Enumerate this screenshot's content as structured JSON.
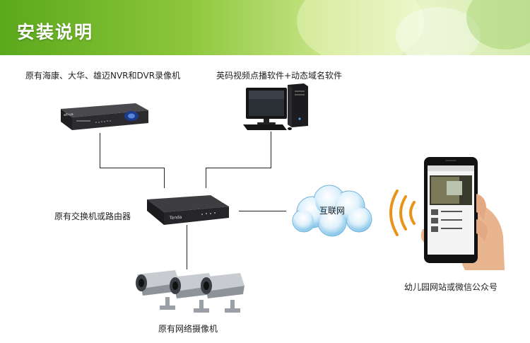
{
  "banner": {
    "title": "安装说明"
  },
  "devices": {
    "nvr": {
      "label": "原有海康、大华、雄迈NVR和DVR录像机",
      "brand": "alhua"
    },
    "pc": {
      "label": "英码视频点播软件+动态域名软件"
    },
    "router": {
      "label": "原有交换机或路由器",
      "brand": "Tenda"
    },
    "internet": {
      "label": "互联网"
    },
    "phone": {
      "label": "幼儿园网站或微信公众号"
    },
    "cameras": {
      "label": "原有网络摄像机"
    }
  },
  "colors": {
    "banner_green": "#5aa81c",
    "cloud_blue": "#9fd3ef",
    "signal_orange": "#e8941a",
    "line": "#222222"
  }
}
